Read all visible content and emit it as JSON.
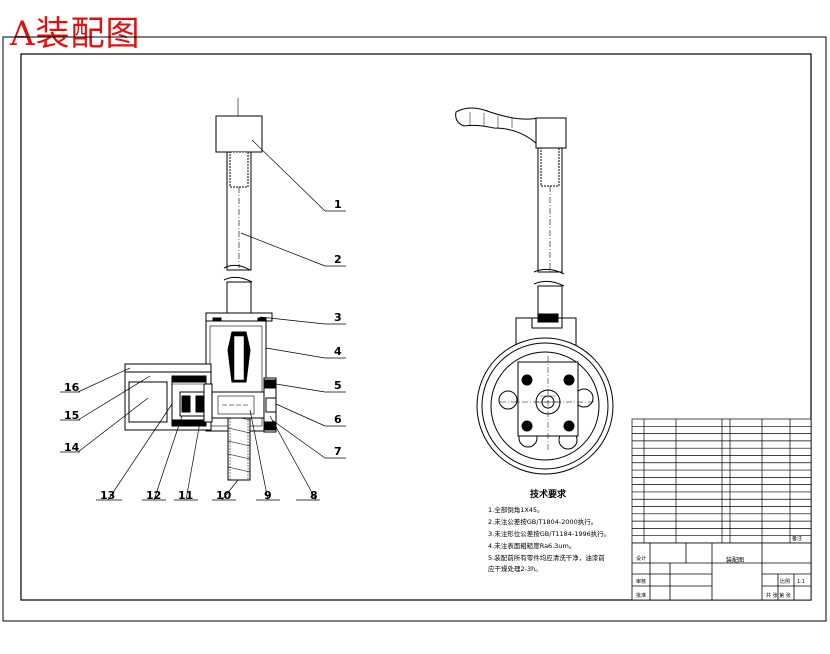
{
  "title": "A装配图",
  "callouts": [
    "1",
    "2",
    "3",
    "4",
    "5",
    "6",
    "7",
    "8",
    "9",
    "10",
    "11",
    "12",
    "13",
    "14",
    "15",
    "16"
  ],
  "tech_notes": {
    "title": "技术要求",
    "lines": [
      "1.全部倒角1X45。",
      "2.未注公差按GB/T1804-2000执行。",
      "3.未注形位公差按GB/T1184-1996执行。",
      "4.未注表面粗糙度Ra6.3um。",
      "5.装配前所有零件均应清洗干净，油漆前",
      "应干燥处理2-3h。"
    ]
  },
  "title_block": {
    "drawing_name": "装配图",
    "scale_label": "比例",
    "scale_value": "1:1",
    "sheet_label": "共 张 第 张",
    "designer": "设计",
    "checker": "审核",
    "approver": "批准",
    "remark": "备注"
  }
}
